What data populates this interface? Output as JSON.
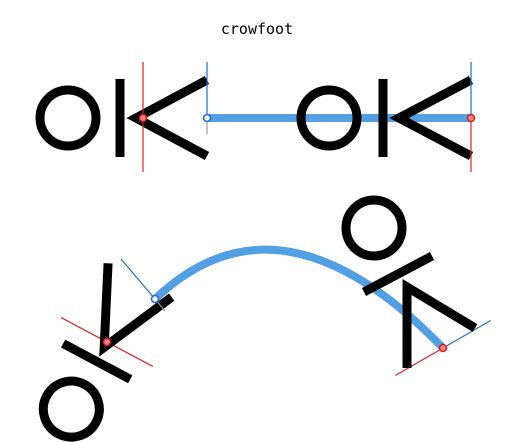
{
  "title": "crowfoot",
  "colors": {
    "marker": "#000000",
    "connector": "#4a9ae2",
    "boundary": "#e02020",
    "normal": "#1f6fd0",
    "endpoint": "#1f6fd0",
    "anchor_fill": "#ff8080",
    "anchor_stroke": "#cc2020",
    "background": "#ffffff"
  },
  "markers": [
    {
      "id": "top-left",
      "style": "crowfoot-with-circle-and-bar"
    },
    {
      "id": "top-right",
      "style": "crowfoot-with-circle-and-bar"
    },
    {
      "id": "bottom-left",
      "style": "crowfoot-with-circle-and-bar"
    },
    {
      "id": "bottom-right",
      "style": "crowfoot-with-circle-and-bar"
    }
  ],
  "connectors": [
    {
      "id": "straight",
      "shape": "straight"
    },
    {
      "id": "curved",
      "shape": "arc"
    }
  ]
}
